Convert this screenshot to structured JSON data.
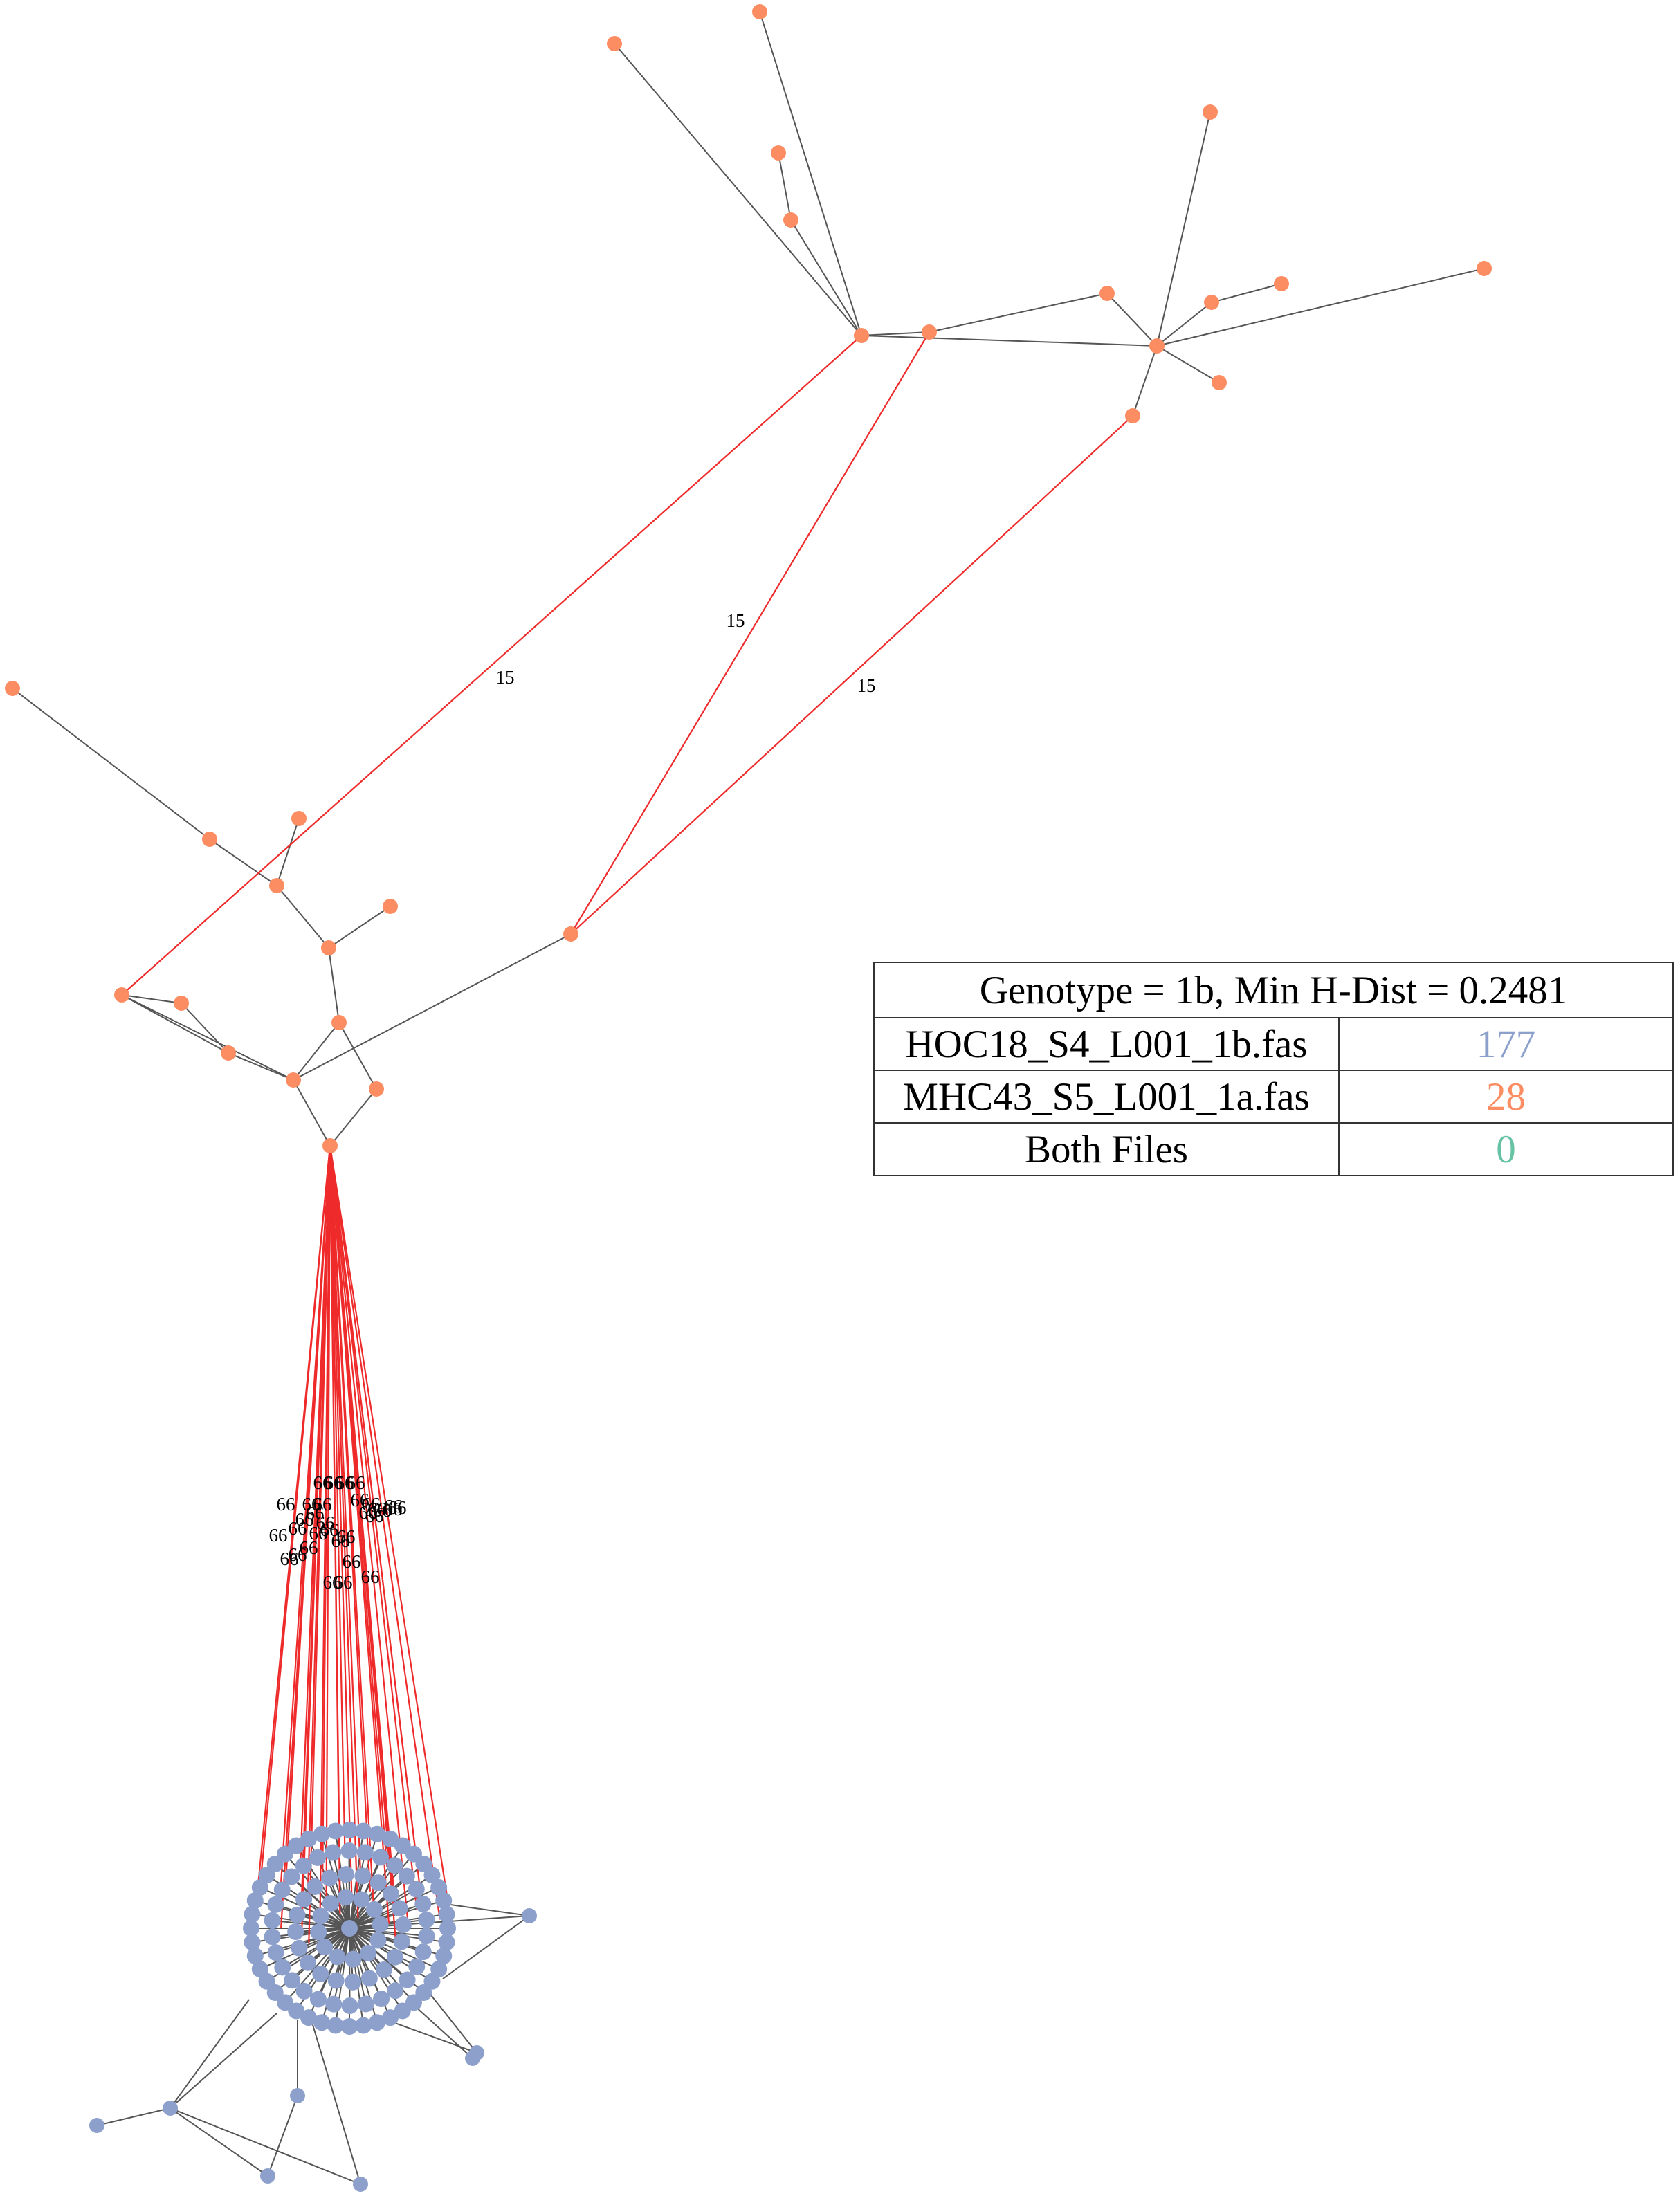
{
  "legend": {
    "header": "Genotype = 1b, Min H-Dist = 0.2481",
    "rows": [
      {
        "label": "HOC18_S4_L001_1b.fas",
        "count": "177",
        "color": "#8da0cb"
      },
      {
        "label": "MHC43_S5_L001_1a.fas",
        "count": "28",
        "color": "#fc8d62"
      },
      {
        "label": "Both Files",
        "count": "0",
        "color": "#66c2a5"
      }
    ]
  },
  "colors": {
    "file1_nodes": "#8da0cb",
    "file2_nodes": "#fc8d62",
    "both_nodes": "#66c2a5",
    "intra_edges": "#555555",
    "inter_edges": "#ee2a2a"
  },
  "inter_edge_labels": {
    "upper": [
      "15",
      "15",
      "15"
    ],
    "lower": "66",
    "lower_count": 32
  }
}
